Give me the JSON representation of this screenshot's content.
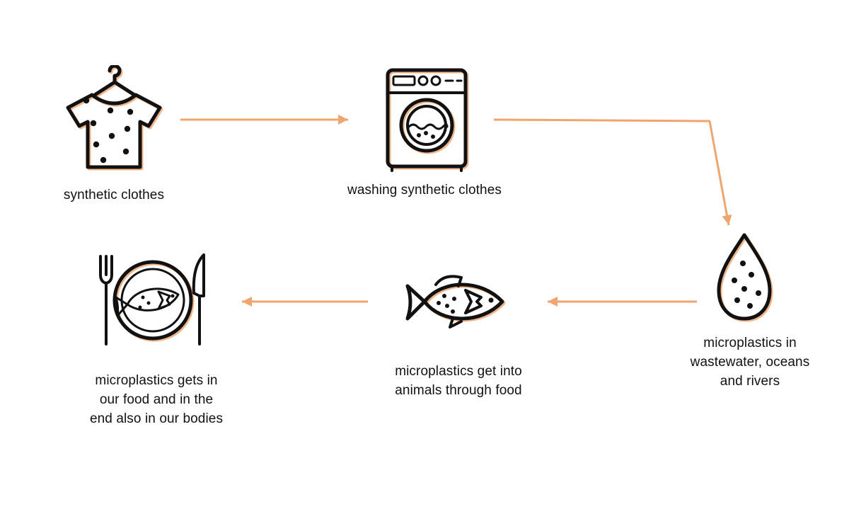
{
  "colors": {
    "arrow": "#f0a56e",
    "icon_stroke": "#111111",
    "icon_shadow": "#f2b58a"
  },
  "steps": [
    {
      "id": "synthetic-clothes",
      "icon": "tshirt-icon",
      "label": "synthetic clothes"
    },
    {
      "id": "washing",
      "icon": "washing-machine-icon",
      "label": "washing synthetic clothes"
    },
    {
      "id": "wastewater",
      "icon": "water-drop-icon",
      "label_lines": [
        "microplastics in",
        "wastewater, oceans",
        "and rivers"
      ]
    },
    {
      "id": "animals",
      "icon": "fish-icon",
      "label_lines": [
        "microplastics get into",
        "animals through food"
      ]
    },
    {
      "id": "food",
      "icon": "plate-fish-icon",
      "label_lines": [
        "microplastics gets in",
        "our food and in the",
        "end also in our bodies"
      ]
    }
  ]
}
